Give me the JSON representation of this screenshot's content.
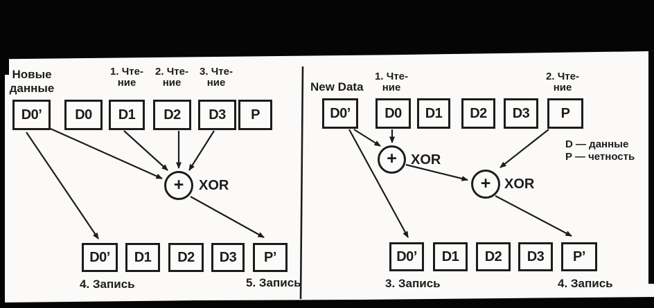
{
  "figure_title": "RAID parity update via XOR (read-modify-write), two variants",
  "colors": {
    "ink": "#1c1c1c",
    "paper": "#fbfaf8",
    "scan_bar": "#050505"
  },
  "left": {
    "new_data_line1": "Новые",
    "new_data_line2": "данные",
    "read_steps": [
      {
        "line1": "1. Чте-",
        "line2": "ние"
      },
      {
        "line1": "2. Чте-",
        "line2": "ние"
      },
      {
        "line1": "3. Чте-",
        "line2": "ние"
      }
    ],
    "top_row": [
      "D0’",
      "D0",
      "D1",
      "D2",
      "D3",
      "P"
    ],
    "xor": {
      "plus": "+",
      "label": "XOR"
    },
    "bottom_row": [
      "D0’",
      "D1",
      "D2",
      "D3",
      "P’"
    ],
    "write_step_left": "4. Запись",
    "write_step_right": "5. Запись"
  },
  "right": {
    "new_data": "New Data",
    "read_steps": [
      {
        "line1": "1. Чте-",
        "line2": "ние"
      },
      {
        "line1": "2. Чте-",
        "line2": "ние"
      }
    ],
    "top_row": [
      "D0’",
      "D0",
      "D1",
      "D2",
      "D3",
      "P"
    ],
    "xor1": {
      "plus": "+",
      "label": "XOR"
    },
    "xor2": {
      "plus": "+",
      "label": "XOR"
    },
    "legend_line1": "D — данные",
    "legend_line2": "P — четность",
    "bottom_row": [
      "D0’",
      "D1",
      "D2",
      "D3",
      "P’"
    ],
    "write_step_left": "3. Запись",
    "write_step_right": "4. Запись"
  }
}
